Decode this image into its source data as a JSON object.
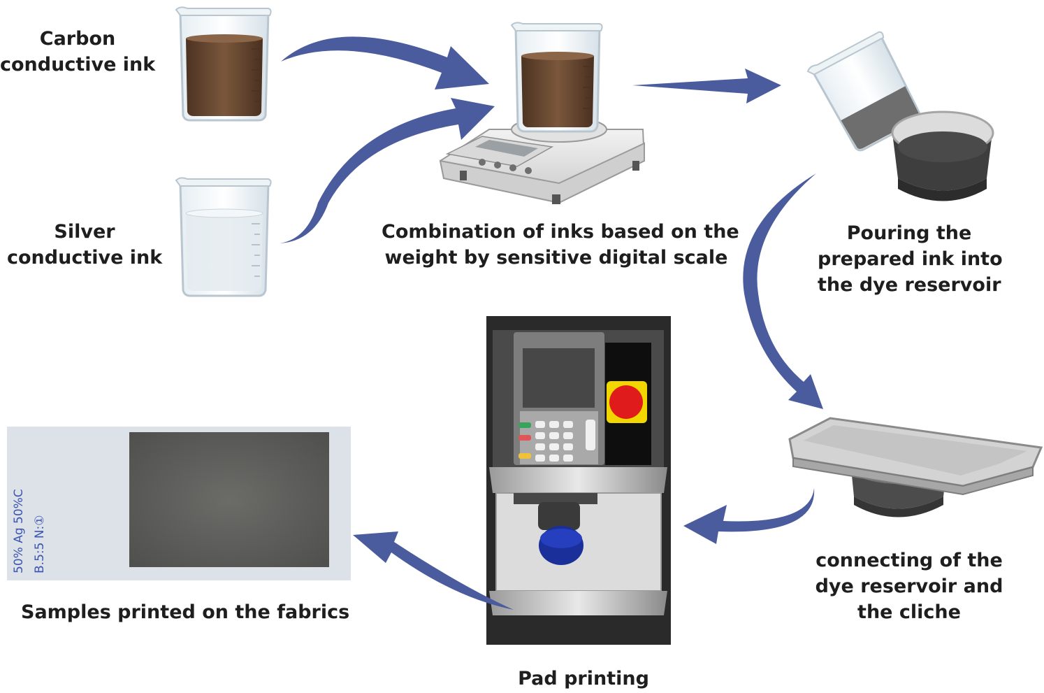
{
  "labels": {
    "carbon": [
      "Carbon",
      "conductive ink"
    ],
    "silver": [
      "Silver",
      "conductive ink"
    ],
    "combination": [
      "Combination of inks based on the",
      "weight by sensitive digital scale"
    ],
    "pouring": [
      "Pouring the",
      "prepared ink into",
      "the dye reservoir"
    ],
    "connecting": [
      "connecting of the",
      "dye reservoir and",
      "the cliche"
    ],
    "pad_printing": "Pad printing",
    "samples": "Samples printed on the fabrics"
  },
  "sample_handwriting": [
    "50% Ag  50%C",
    "B.5:5   N:①"
  ],
  "colors": {
    "arrow": "#4a5b9e",
    "carbon_ink": "#6b4a32",
    "silver_ink": "#e9eef2",
    "dye_ink": "#555555",
    "machine_body": "#2a2a2a",
    "emergency_stop": "#e01b1b",
    "stop_ring": "#f2d600",
    "pad": "#1a2f9a",
    "printed_sample": "#5a5b58"
  }
}
